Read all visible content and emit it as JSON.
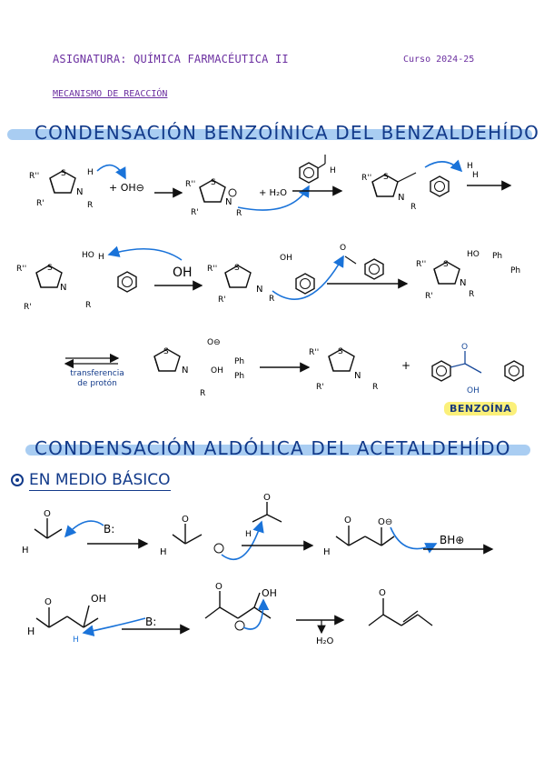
{
  "header": {
    "subject": "ASIGNATURA: QUÍMICA FARMACÉUTICA II",
    "course": "Curso 2024-25",
    "topic": "MECANISMO DE REACCIÓN"
  },
  "sections": [
    {
      "title": "CONDENSACIÓN BENZOÍNICA DEL BENZALDEHÍDO"
    },
    {
      "title": "CONDENSACIÓN ALDÓLICA DEL ACETALDEHÍDO",
      "subsection": "EN MEDIO BÁSICO"
    }
  ],
  "labels": {
    "proton_transfer": "transferencia de protón",
    "product": "BENZOÍNA",
    "water": "+ H₂O",
    "water_out": "H₂O",
    "hydroxide": "+ OH⊖",
    "base": "B:",
    "conj_acid": "BH⊕",
    "ph": "Ph",
    "oh": "OH",
    "ho": "HO",
    "h": "H",
    "r": "R",
    "r1": "R'",
    "r2": "R''",
    "s": "S",
    "n": "N",
    "plus": "+"
  },
  "colors": {
    "ink": "#111111",
    "accent": "#1a73d9",
    "title": "#123a8a",
    "header": "#6b2fa0",
    "band": "#a9cdf2",
    "highlight": "#fbf07a"
  }
}
